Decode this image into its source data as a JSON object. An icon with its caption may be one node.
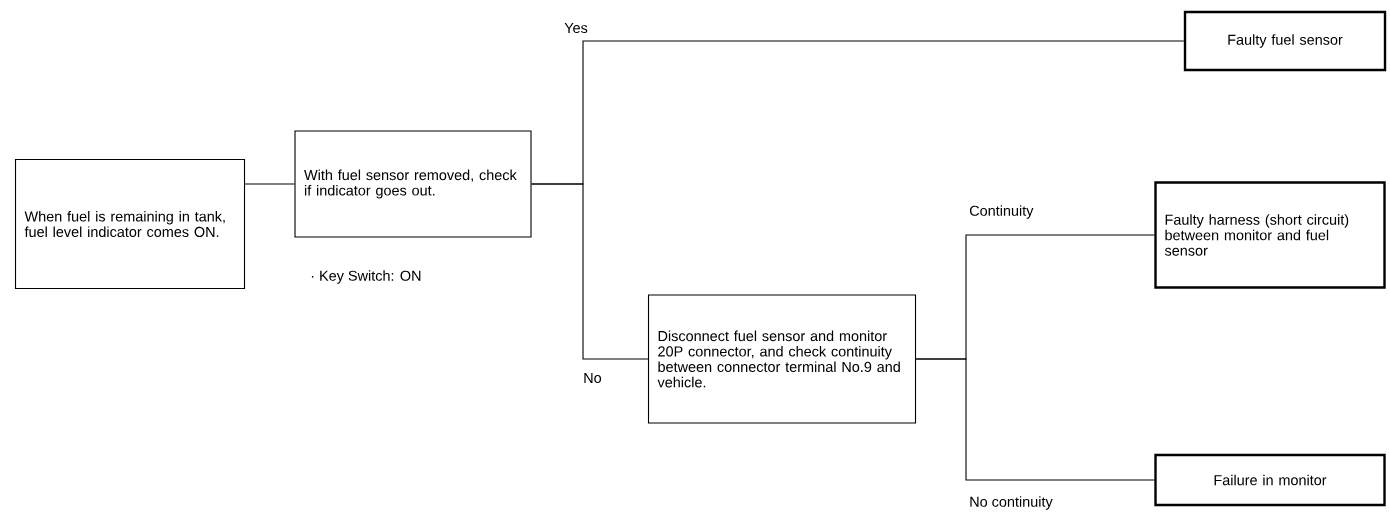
{
  "diagram": {
    "nodes": [
      {
        "text": [
          "When fuel is remaining in tank, fuel level indicator comes ON."
        ]
      },
      {
        "text": [
          "With fuel sensor removed, check if indicator goes out."
        ],
        "beside": [
          "· Key Switch: ON"
        ]
      },
      {
        "text": [
          "Faulty fuel sensor"
        ]
      },
      {
        "text": [
          "Disconnect fuel sensor and monitor 20P connector, and check continuity between connector terminal No.9 and vehicle."
        ]
      },
      {
        "text": [
          "Faulty harness (short circuit) between monitor and fuel sensor"
        ]
      },
      {
        "text": [
          "Failure in monitor"
        ]
      }
    ],
    "edges": [
      {
        "from": 0,
        "to": 1,
        "arrow": "none"
      },
      {
        "from": 1,
        "to": 2,
        "arrow": "none",
        "label": "Yes"
      },
      {
        "from": 1,
        "to": 3,
        "arrow": "none",
        "label": "No"
      },
      {
        "from": 3,
        "to": 4,
        "arrow": "none",
        "label": "Continuity"
      },
      {
        "from": 3,
        "to": 5,
        "arrow": "none",
        "label": "No continuity"
      }
    ]
  }
}
